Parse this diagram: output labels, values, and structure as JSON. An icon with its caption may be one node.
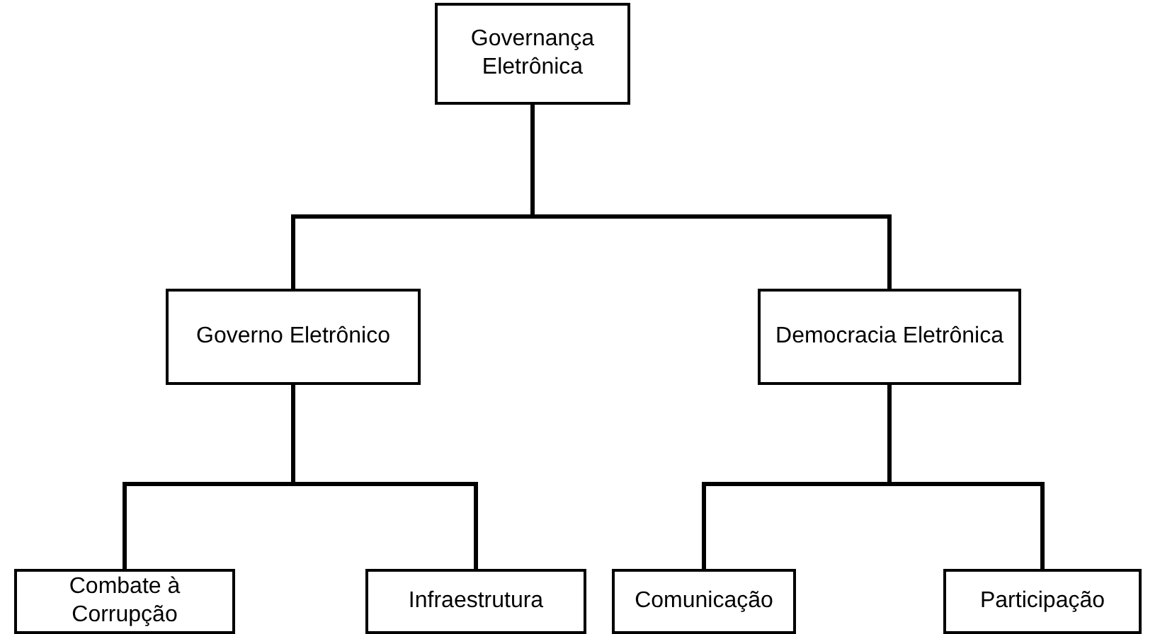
{
  "diagram": {
    "nodes": [
      {
        "text": [
          "Governança Eletrônica"
        ]
      },
      {
        "text": [
          "Governo Eletrônico"
        ]
      },
      {
        "text": [
          "Democracia Eletrônica"
        ]
      },
      {
        "text": [
          "Combate à Corrupção"
        ]
      },
      {
        "text": [
          "Infraestrutura"
        ]
      },
      {
        "text": [
          "Comunicação"
        ]
      },
      {
        "text": [
          "Participação"
        ]
      }
    ],
    "edges": [
      {
        "from": 0,
        "to": 1,
        "arrow": "none"
      },
      {
        "from": 0,
        "to": 2,
        "arrow": "none"
      },
      {
        "from": 1,
        "to": 3,
        "arrow": "none"
      },
      {
        "from": 1,
        "to": 4,
        "arrow": "none"
      },
      {
        "from": 2,
        "to": 5,
        "arrow": "none"
      },
      {
        "from": 2,
        "to": 6,
        "arrow": "none"
      }
    ]
  }
}
